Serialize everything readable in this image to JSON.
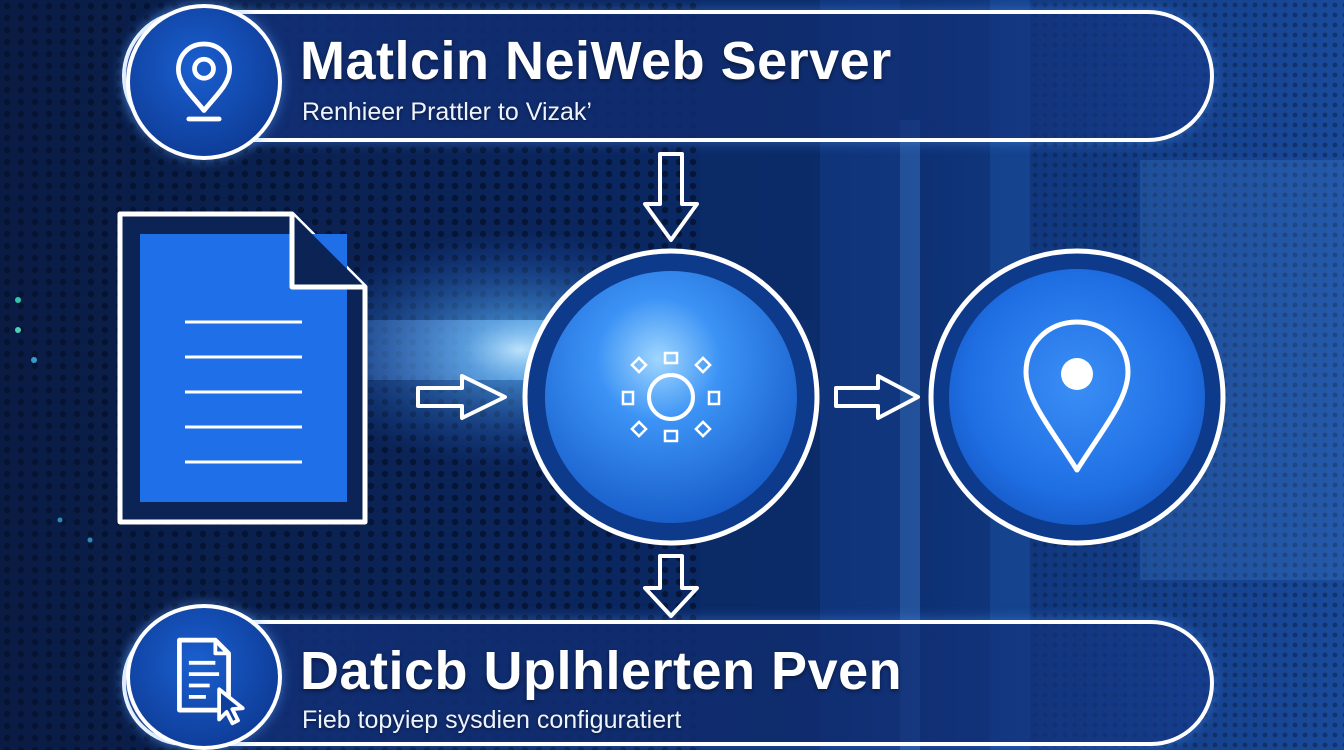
{
  "header": {
    "title": "Matlcin NeiWeb Server",
    "subtitle": "Renhieer Prattler to Vizak’",
    "icon": "location-pin-icon"
  },
  "footer": {
    "title": "Daticb Uplhlerten Pven",
    "subtitle": "Fieb topyiep sysdien configuratiert",
    "icon": "document-cursor-icon"
  },
  "flow": {
    "nodes": [
      "document-icon",
      "gear-icon",
      "location-pin-icon"
    ],
    "arrows": [
      "arrow-down",
      "arrow-right",
      "arrow-right",
      "arrow-down"
    ]
  },
  "colors": {
    "accent": "#1a6be6",
    "node_fill": "#1e73e8",
    "stroke": "#ffffff",
    "background": "#06122e"
  }
}
